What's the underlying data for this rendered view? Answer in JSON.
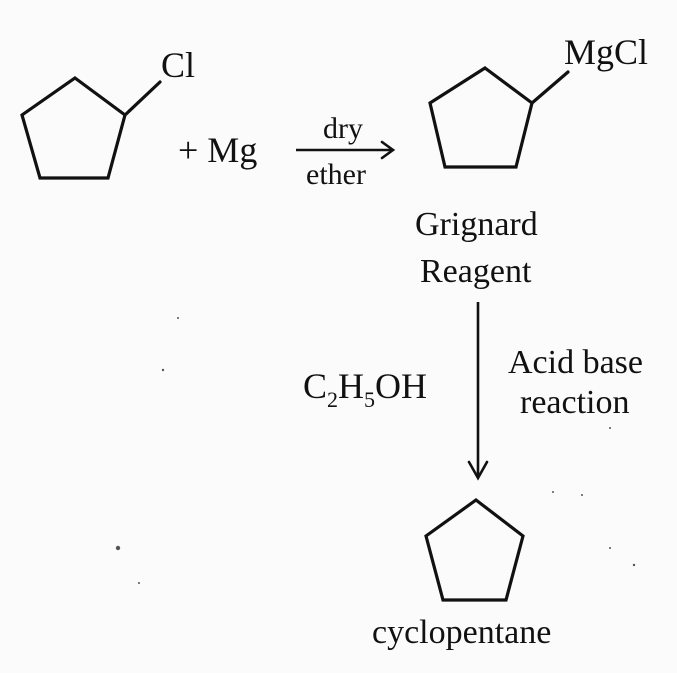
{
  "reactant": {
    "substituent": "Cl"
  },
  "reagent": {
    "text": "+ Mg"
  },
  "condition": {
    "above": "dry",
    "below": "ether"
  },
  "intermediate": {
    "substituent": "MgCl",
    "name_line1": "Grignard",
    "name_line2": "Reagent"
  },
  "second_step": {
    "reagent_parts": [
      "C",
      "2",
      "H",
      "5",
      "OH"
    ],
    "note_line1": "Acid base",
    "note_line2": "reaction"
  },
  "product": {
    "name": "cyclopentane"
  }
}
